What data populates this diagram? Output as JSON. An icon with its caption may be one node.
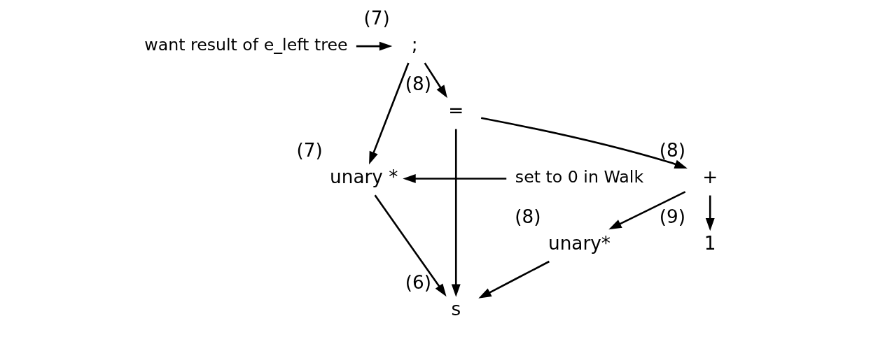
{
  "diagram": {
    "nodes": [
      {
        "text": [
          ";"
        ],
        "beside": [
          "(7)"
        ]
      },
      {
        "text": [
          "want result of e_left tree"
        ]
      },
      {
        "text": [
          "unary *"
        ],
        "beside": [
          "(7)"
        ]
      },
      {
        "text": [
          "set to 0 in Walk"
        ]
      },
      {
        "text": [
          "="
        ],
        "beside": [
          "(8)"
        ]
      },
      {
        "text": [
          "s"
        ],
        "beside": [
          "(6)"
        ]
      },
      {
        "text": [
          "+"
        ],
        "beside": [
          "(8)"
        ]
      },
      {
        "text": [
          "unary*"
        ],
        "beside": [
          "(8)"
        ]
      },
      {
        "text": [
          "1"
        ],
        "beside": [
          "(9)"
        ]
      }
    ],
    "edges": [
      {
        "from": 1,
        "to": 0,
        "arrow": "to"
      },
      {
        "from": 3,
        "to": 2,
        "arrow": "to"
      },
      {
        "from": 0,
        "to": 2,
        "arrow": "to"
      },
      {
        "from": 0,
        "to": 4,
        "arrow": "to"
      },
      {
        "from": 2,
        "to": 5,
        "arrow": "to"
      },
      {
        "from": 4,
        "to": 5,
        "arrow": "to"
      },
      {
        "from": 4,
        "to": 6,
        "arrow": "to"
      },
      {
        "from": 6,
        "to": 7,
        "arrow": "to"
      },
      {
        "from": 6,
        "to": 8,
        "arrow": "to"
      },
      {
        "from": 7,
        "to": 5,
        "arrow": "to"
      }
    ]
  }
}
